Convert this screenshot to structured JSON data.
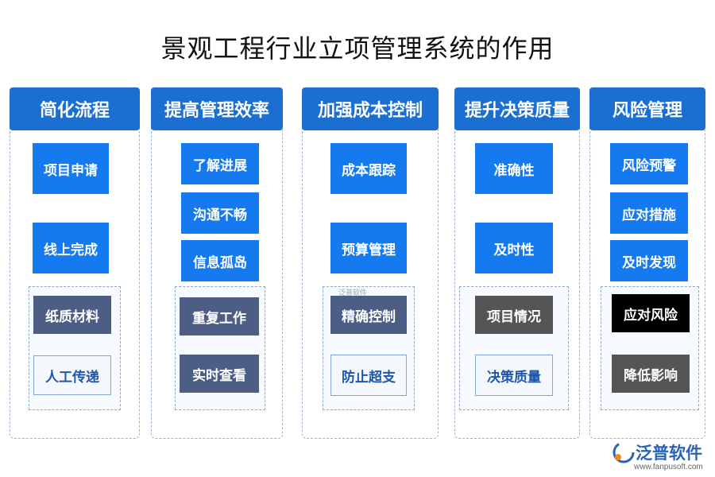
{
  "title": "景观工程行业立项管理系统的作用",
  "columns": [
    {
      "header": "简化流程",
      "items": [
        "项目申请",
        "线上完成"
      ],
      "sub_items": [
        "纸质材料",
        "人工传递"
      ]
    },
    {
      "header": "提高管理效率",
      "items": [
        "了解进展",
        "沟通不畅",
        "信息孤岛"
      ],
      "sub_items": [
        "重复工作",
        "实时查看"
      ]
    },
    {
      "header": "加强成本控制",
      "items": [
        "成本跟踪",
        "预算管理"
      ],
      "sub_items": [
        "精确控制",
        "防止超支"
      ]
    },
    {
      "header": "提升决策质量",
      "items": [
        "准确性",
        "及时性"
      ],
      "sub_items": [
        "项目情况",
        "决策质量"
      ]
    },
    {
      "header": "风险管理",
      "items": [
        "风险预警",
        "应对措施",
        "及时发现"
      ],
      "sub_items": [
        "应对风险",
        "降低影响"
      ]
    }
  ],
  "watermark": "泛普软件",
  "logo": {
    "name": "泛普软件",
    "url": "www.fanpusoft.com"
  },
  "colors": {
    "header": "#1a6fd1",
    "item": "#1579f0",
    "slate": "#4c5d86",
    "gray": "#555555",
    "black": "#000000"
  }
}
